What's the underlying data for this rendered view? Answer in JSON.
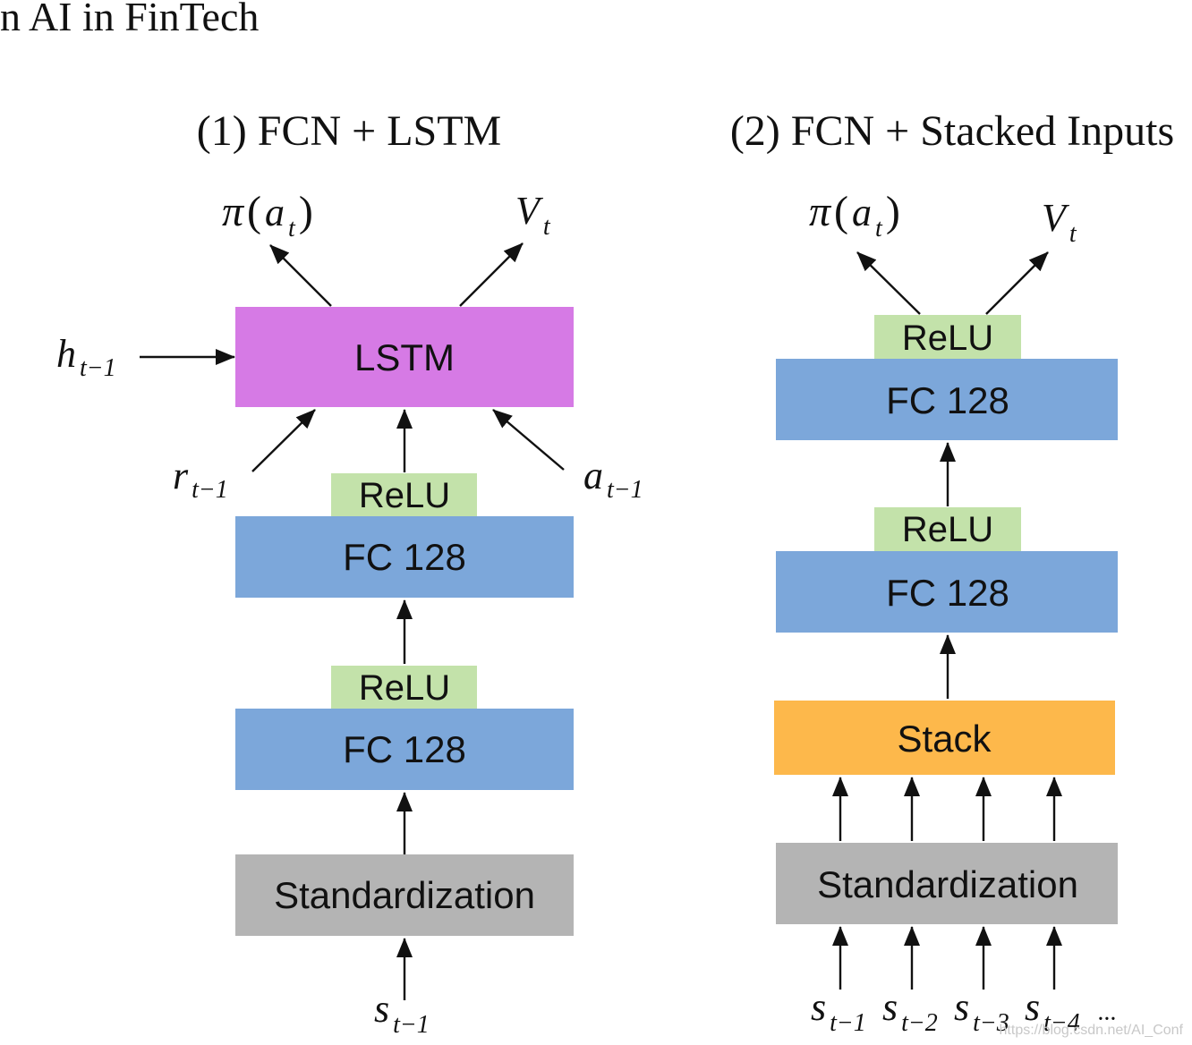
{
  "page": {
    "title_fragment": "n AI in FinTech",
    "watermark": "https://blog.csdn.net/AI_Conf"
  },
  "colors": {
    "lstm": "#d67ae5",
    "fc": "#7ca7da",
    "relu": "#c3e2aa",
    "standardization": "#b4b4b4",
    "stack": "#fdb84b",
    "edge": "#111111"
  },
  "left": {
    "heading": "(1) FCN + LSTM",
    "outputs": {
      "pi": {
        "main": "π",
        "open": "(",
        "var": "a",
        "sub": "t",
        "close": ")"
      },
      "v": {
        "main": "V",
        "sub": "t"
      }
    },
    "side_inputs": {
      "h": {
        "main": "h",
        "sub": "t−1"
      },
      "r": {
        "main": "r",
        "sub": "t−1"
      },
      "a": {
        "main": "a",
        "sub": "t−1"
      }
    },
    "blocks": {
      "lstm": "LSTM",
      "relu_top": "ReLU",
      "fc_top": "FC 128",
      "relu_bottom": "ReLU",
      "fc_bottom": "FC 128",
      "standardization": "Standardization"
    },
    "input": {
      "main": "s",
      "sub": "t−1"
    }
  },
  "right": {
    "heading": "(2) FCN + Stacked Inputs",
    "outputs": {
      "pi": {
        "main": "π",
        "open": "(",
        "var": "a",
        "sub": "t",
        "close": ")"
      },
      "v": {
        "main": "V",
        "sub": "t"
      }
    },
    "blocks": {
      "relu_top": "ReLU",
      "fc_top": "FC 128",
      "relu_bottom": "ReLU",
      "fc_bottom": "FC 128",
      "stack": "Stack",
      "standardization": "Standardization"
    },
    "inputs": [
      {
        "main": "s",
        "sub": "t−1"
      },
      {
        "main": "s",
        "sub": "t−2"
      },
      {
        "main": "s",
        "sub": "t−3"
      },
      {
        "main": "s",
        "sub": "t−4"
      }
    ],
    "ellipsis": "···"
  }
}
